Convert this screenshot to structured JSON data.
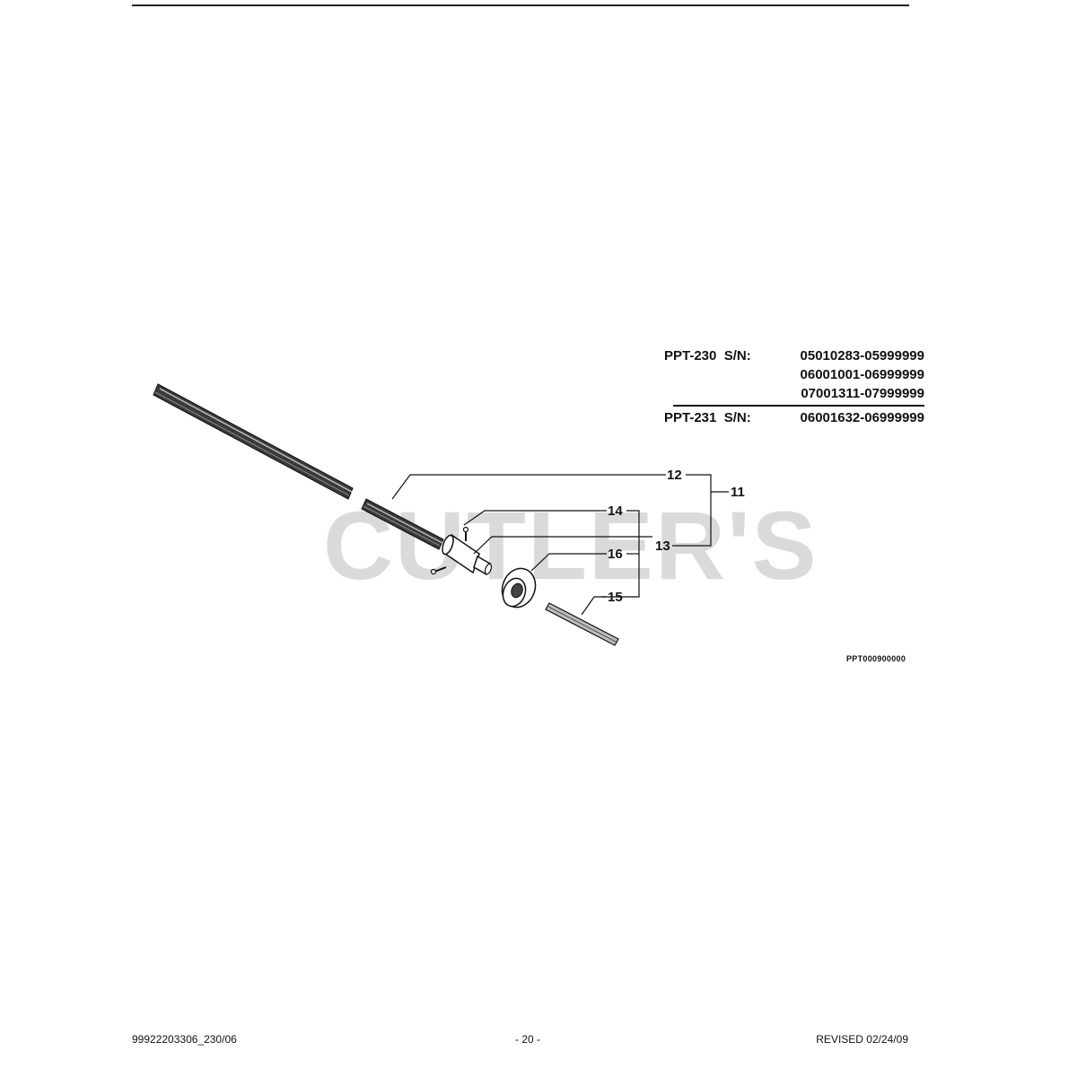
{
  "serial_block": {
    "ppt230_model": "PPT-230",
    "ppt230_sn_label": "S/N:",
    "ppt230_ranges": [
      "05010283-05999999",
      "06001001-06999999",
      "07001311-07999999"
    ],
    "ppt231_model": "PPT-231",
    "ppt231_sn_label": "S/N:",
    "ppt231_range": "06001632-06999999"
  },
  "callouts": {
    "c11": "11",
    "c12": "12",
    "c13": "13",
    "c14": "14",
    "c15": "15",
    "c16": "16"
  },
  "watermark": "CUTLER'S",
  "diagram_code": "PPT000900000",
  "footer": {
    "doc_number": "99922203306_230/06",
    "page": "- 20 -",
    "revised": "REVISED 02/24/09"
  }
}
